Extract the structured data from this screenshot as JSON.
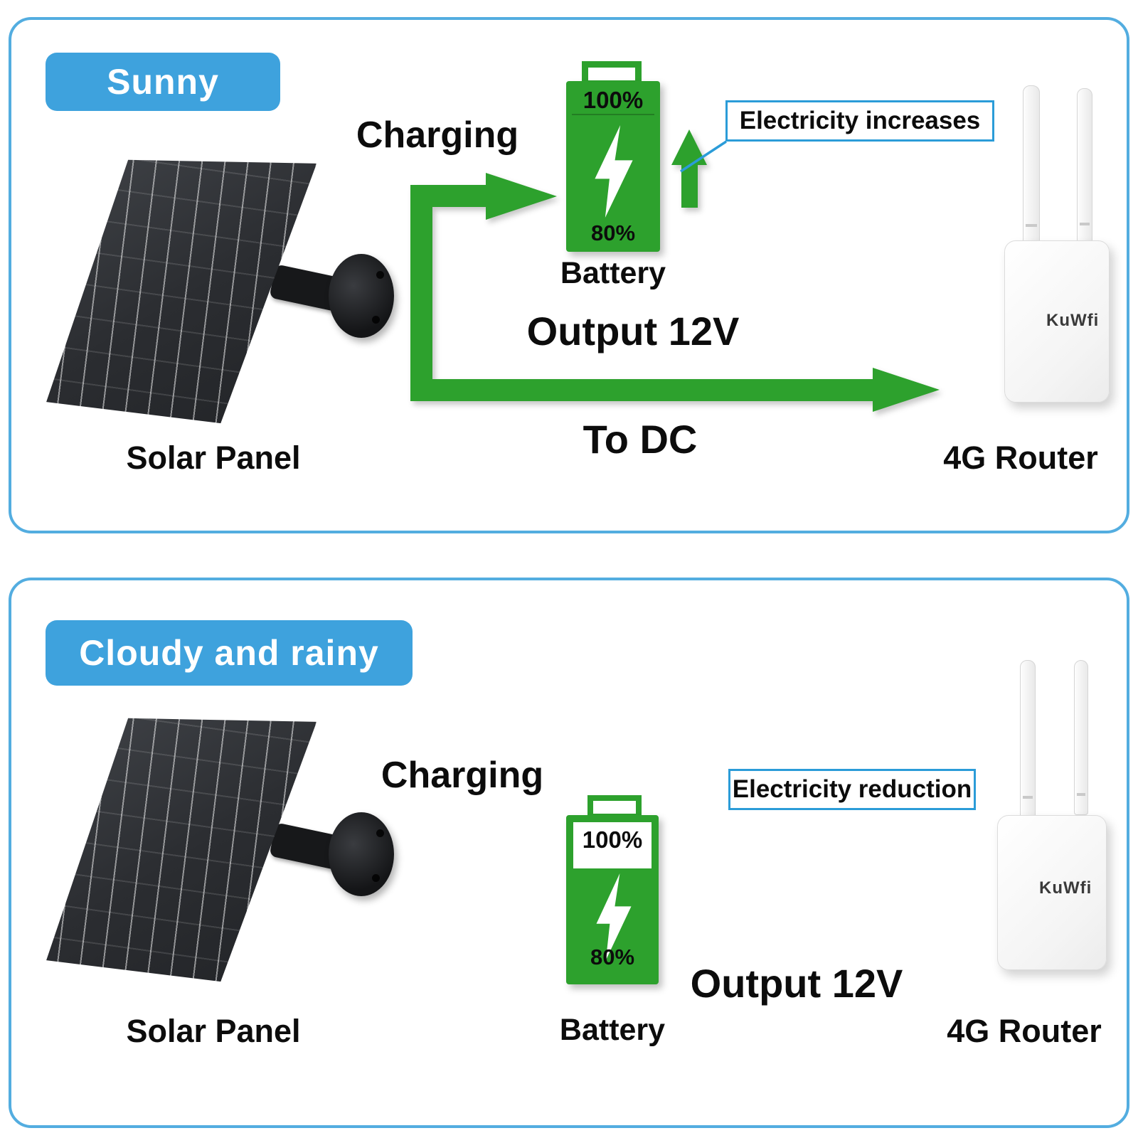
{
  "colors": {
    "accent_blue": "#3ea2dd",
    "panel_border": "#53ade0",
    "green": "#2da12d",
    "red": "#e01212",
    "callout_border": "#2b9cd8"
  },
  "panels": [
    {
      "badge": "Sunny",
      "charging": "Charging",
      "battery_top": "100%",
      "battery_bottom": "80%",
      "battery_label": "Battery",
      "callout": "Electricity increases",
      "output": "Output 12V",
      "to_dc": "To DC",
      "solar_label": "Solar Panel",
      "router_brand": "KuWfi",
      "router_label": "4G Router"
    },
    {
      "badge": "Cloudy and rainy",
      "charging": "Charging",
      "battery_top": "100%",
      "battery_bottom": "80%",
      "battery_label": "Battery",
      "callout": "Electricity reduction",
      "output": "Output 12V",
      "solar_label": "Solar Panel",
      "router_brand": "KuWfi",
      "router_label": "4G Router"
    }
  ]
}
